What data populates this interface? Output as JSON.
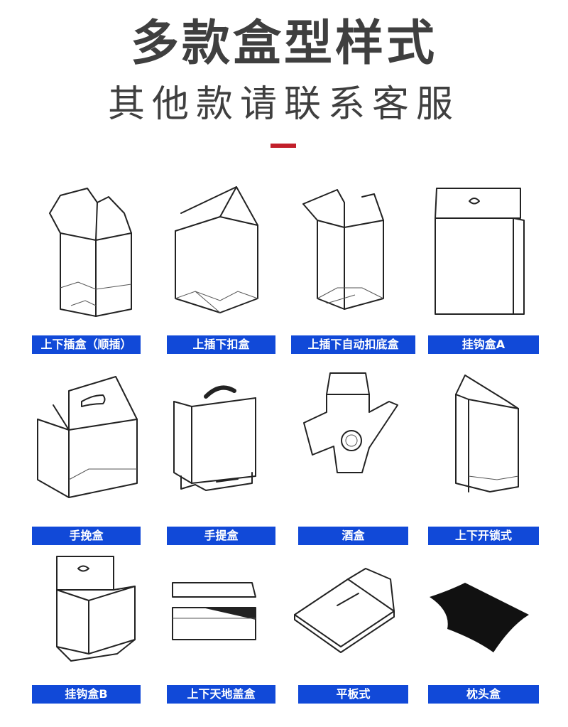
{
  "header": {
    "title": "多款盒型样式",
    "subtitle": "其他款请联系客服"
  },
  "colors": {
    "label_bg": "#1149d8",
    "accent": "#c21f2a",
    "title_text": "#3f3f3f"
  },
  "boxes": [
    {
      "label": "上下插盒（顺插）",
      "icon": "tuck-end-box-icon"
    },
    {
      "label": "上插下扣盒",
      "icon": "snap-lock-bottom-box-icon"
    },
    {
      "label": "上插下自动扣底盒",
      "icon": "auto-lock-bottom-box-icon"
    },
    {
      "label": "挂钩盒A",
      "icon": "hanger-box-a-icon"
    },
    {
      "label": "手挽盒",
      "icon": "handle-carry-box-icon"
    },
    {
      "label": "手提盒",
      "icon": "handle-box-icon"
    },
    {
      "label": "酒盒",
      "icon": "wine-box-icon"
    },
    {
      "label": "上下开锁式",
      "icon": "lock-box-icon"
    },
    {
      "label": "挂钩盒B",
      "icon": "hanger-box-b-icon"
    },
    {
      "label": "上下天地盖盒",
      "icon": "lid-base-box-icon"
    },
    {
      "label": "平板式",
      "icon": "flat-box-icon"
    },
    {
      "label": "枕头盒",
      "icon": "pillow-box-icon"
    }
  ]
}
